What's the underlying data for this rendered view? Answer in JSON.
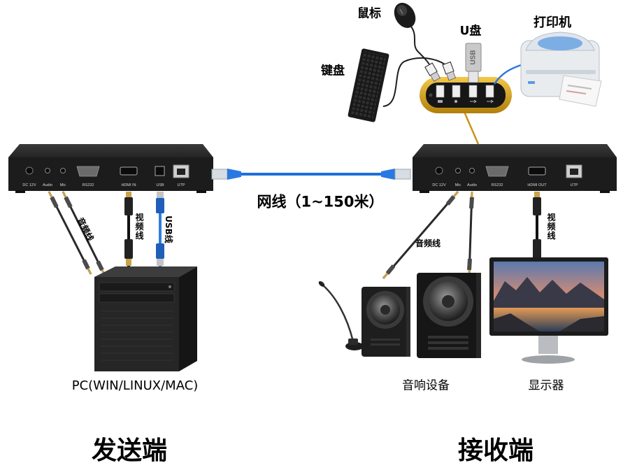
{
  "peripherals": {
    "mouse_label": "鼠标",
    "usb_drive_label": "U盘",
    "usb_drive_text": "USB",
    "printer_label": "打印机",
    "keyboard_label": "键盘"
  },
  "transmitter": {
    "title": "发送端",
    "ports": [
      "DC 12V",
      "Audio",
      "Mic",
      "RS232",
      "HDMI IN",
      "USB",
      "UTP"
    ]
  },
  "receiver": {
    "title": "接收端",
    "ports": [
      "DC 12V",
      "Mic",
      "Audio",
      "RS232",
      "HDMI OUT",
      "UTP"
    ]
  },
  "network_cable": {
    "label": "网线（1~150米）"
  },
  "transmitter_cables": {
    "audio_label": "音频线",
    "video_label": "视频线",
    "usb_label": "USB线"
  },
  "receiver_cables": {
    "audio_label": "音频线",
    "video_label": "视频线"
  },
  "devices": {
    "pc_label": "PC(WIN/LINUX/MAC)",
    "speakers_label": "音响设备",
    "monitor_label": "显示器"
  },
  "colors": {
    "network_cable": "#1e6fd9",
    "usb_hub": "#d9a21b",
    "device_body": "#1f1f1f"
  }
}
